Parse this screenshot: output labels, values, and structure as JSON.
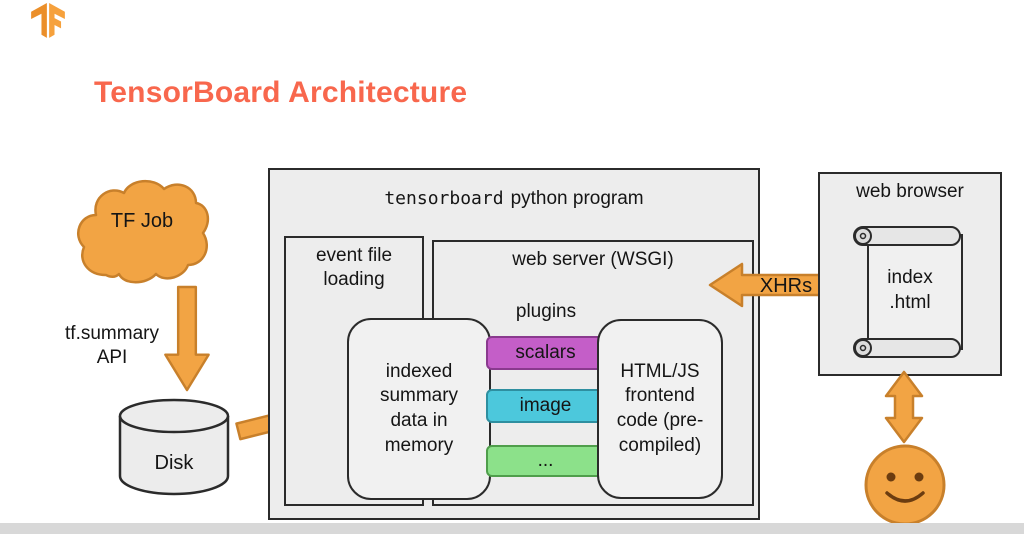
{
  "title": "TensorBoard Architecture",
  "left_flow": {
    "cloud_label": "TF Job",
    "api_label": "tf.summary\nAPI",
    "disk_label": "Disk"
  },
  "main_box": {
    "title_code": "tensorboard",
    "title_rest": "python program",
    "event_box_label": "event file\nloading",
    "web_server_label": "web server (WSGI)",
    "indexed_label": "indexed\nsummary\ndata in\nmemory",
    "plugins_label": "plugins",
    "plugins": [
      {
        "label": "scalars",
        "fill": "#c45ec8",
        "border": "#8a3a8e"
      },
      {
        "label": "image",
        "fill": "#4cc8dc",
        "border": "#2e8fa0"
      },
      {
        "label": "...",
        "fill": "#8ce18a",
        "border": "#4f9e4b"
      }
    ],
    "frontend_label": "HTML/JS\nfrontend\ncode (pre-\ncompiled)"
  },
  "right_flow": {
    "xhrs_label": "XHRs",
    "browser_box_label": "web browser",
    "index_label": "index\n.html"
  },
  "colors": {
    "title": "#f8674d",
    "arrow_fill": "#f2a444",
    "arrow_stroke": "#c8802b",
    "box_fill": "#ededed",
    "box_border": "#2b2b2b",
    "bottom_strip": "#d8d8d8"
  }
}
